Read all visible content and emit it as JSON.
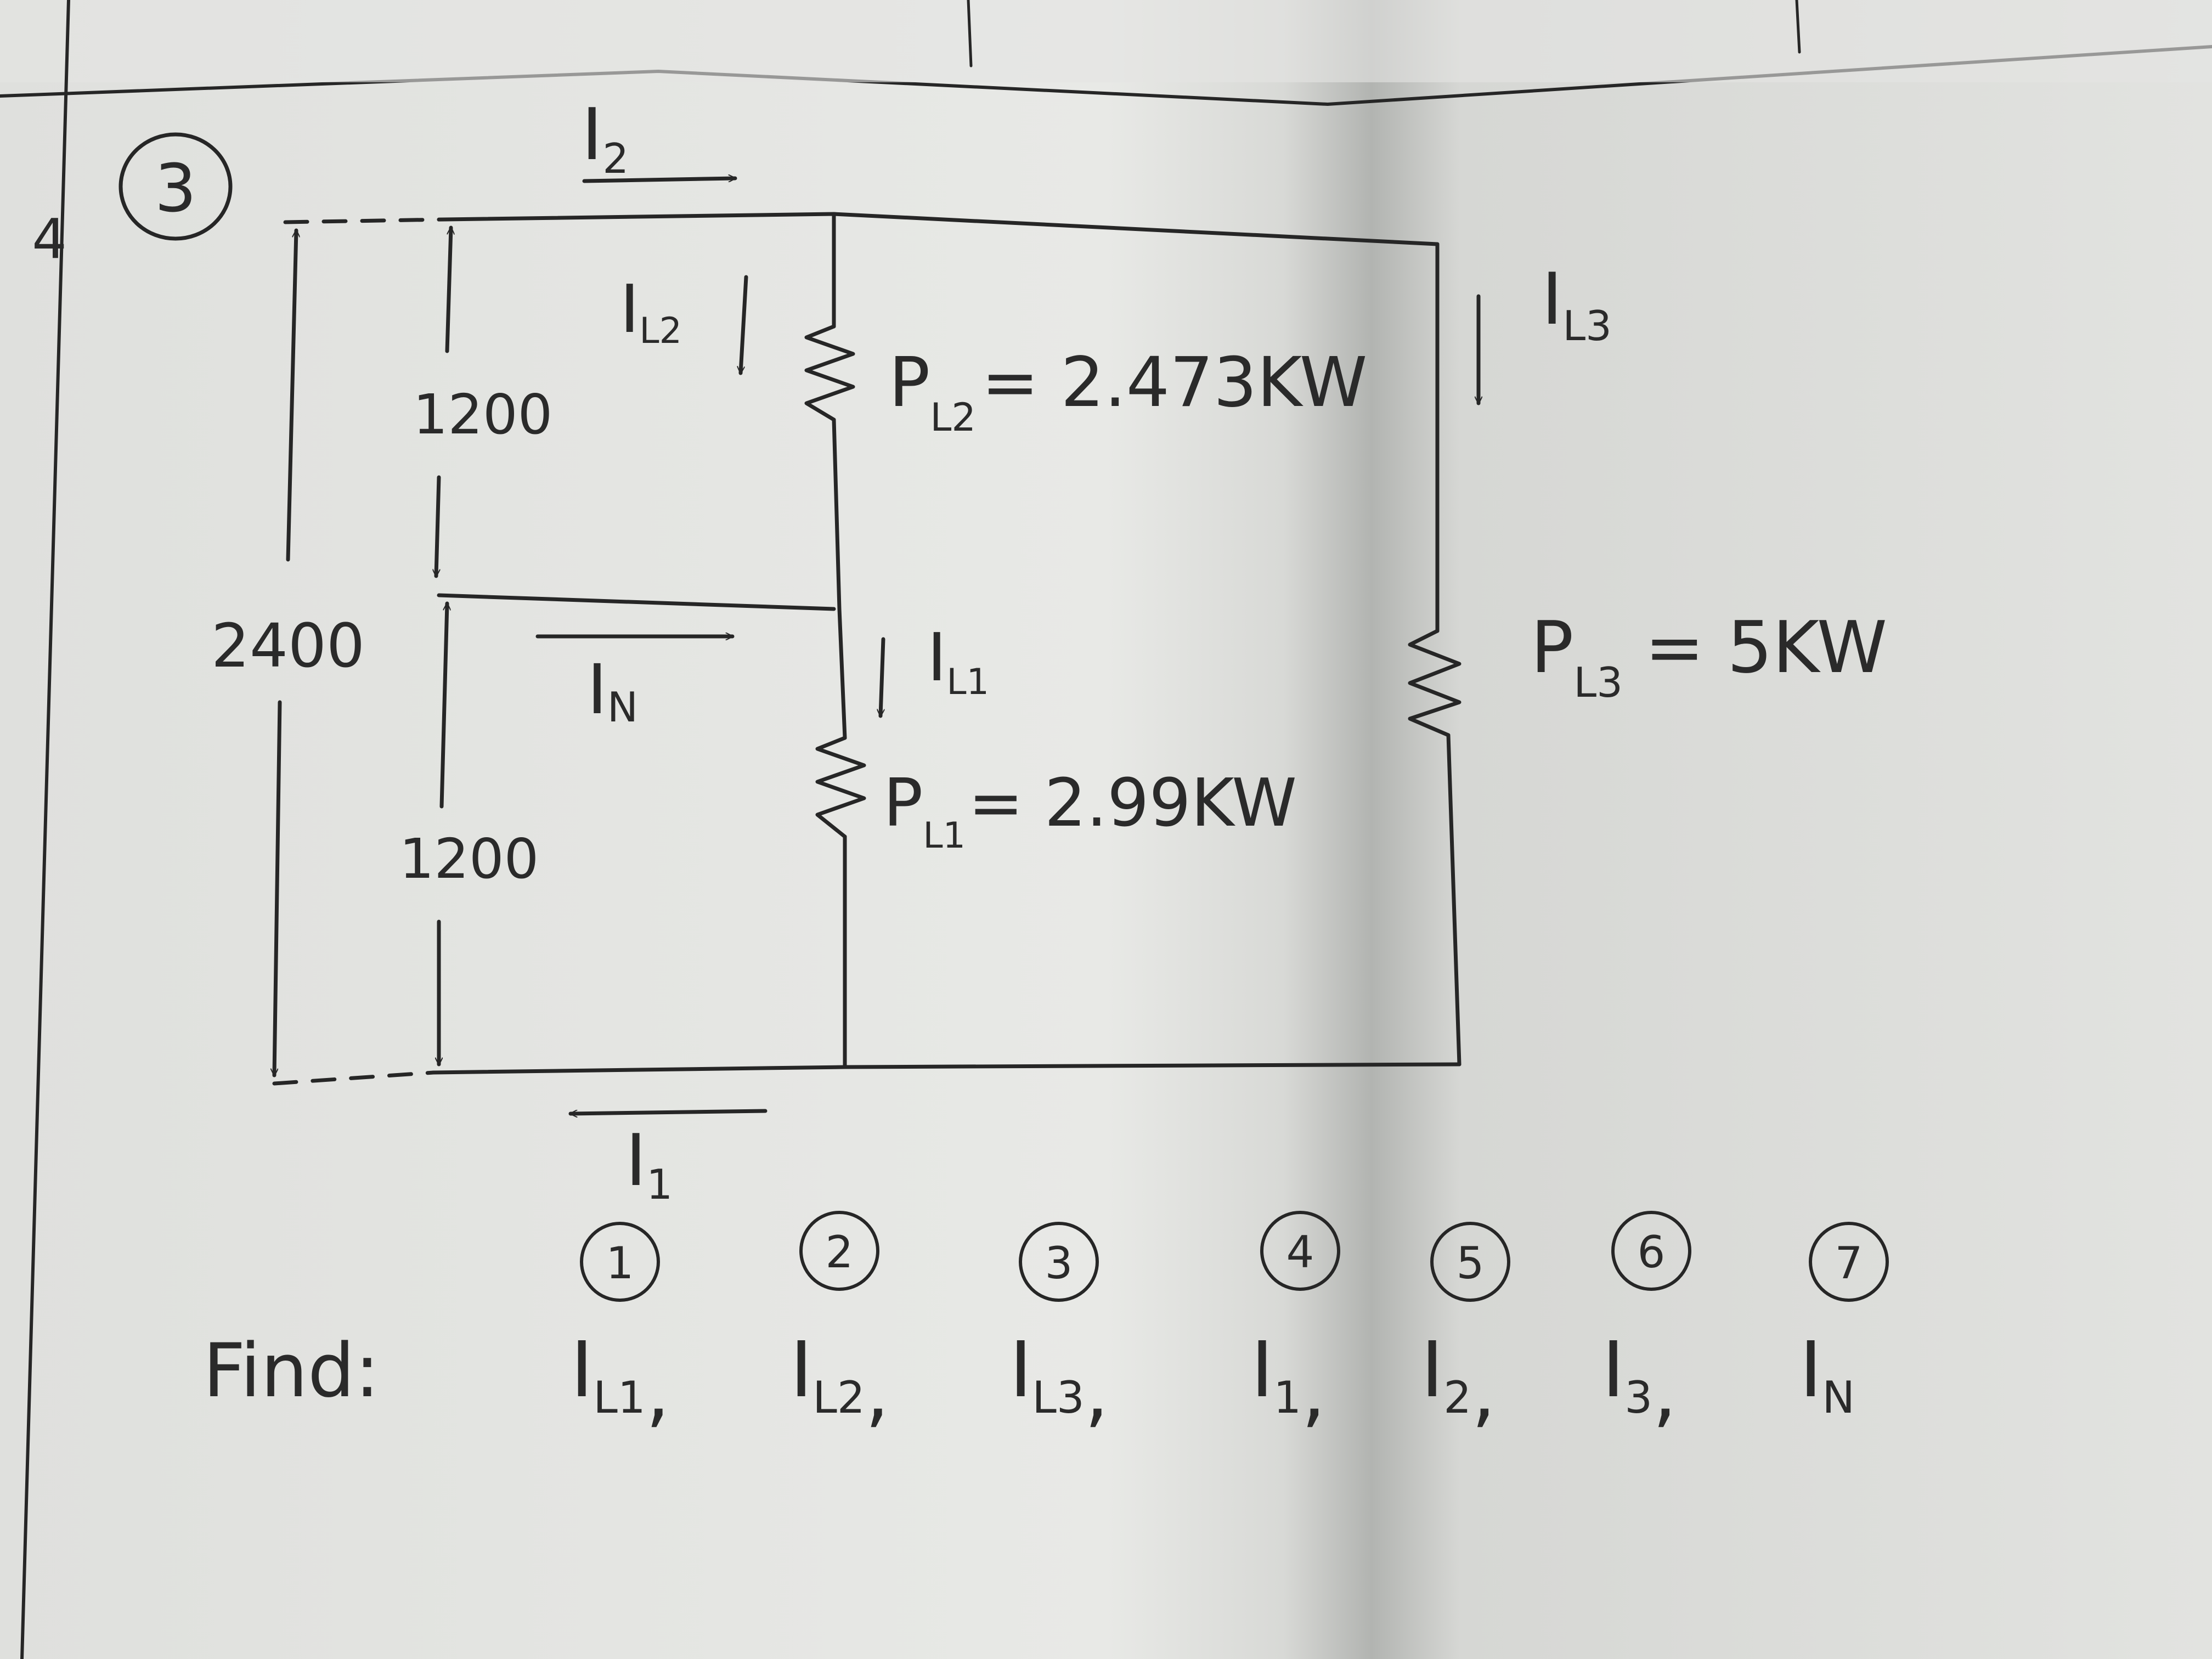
{
  "problem_number": "3",
  "margin_mark": "4",
  "voltages": {
    "total": "2400",
    "upper": "1200",
    "lower": "1200"
  },
  "currents": {
    "i2": {
      "main": "I",
      "sub": "2"
    },
    "il2": {
      "main": "I",
      "sub": "L2"
    },
    "il3": {
      "main": "I",
      "sub": "L3"
    },
    "in": {
      "main": "I",
      "sub": "N"
    },
    "il1": {
      "main": "I",
      "sub": "L1"
    },
    "i1": {
      "main": "I",
      "sub": "1"
    }
  },
  "loads": {
    "pl2": {
      "main": "P",
      "sub": "L2",
      "value": "= 2.473KW"
    },
    "pl1": {
      "main": "P",
      "sub": "L1",
      "value": "= 2.99KW"
    },
    "pl3": {
      "main": "P",
      "sub": "L3",
      "value": "= 5KW"
    }
  },
  "find": {
    "label": "Find:",
    "items": [
      {
        "num": "1",
        "main": "I",
        "sub": "L1",
        "sep": ","
      },
      {
        "num": "2",
        "main": "I",
        "sub": "L2",
        "sep": ","
      },
      {
        "num": "3",
        "main": "I",
        "sub": "L3",
        "sep": ","
      },
      {
        "num": "4",
        "main": "I",
        "sub": "1",
        "sep": ","
      },
      {
        "num": "5",
        "main": "I",
        "sub": "2",
        "sep": ","
      },
      {
        "num": "6",
        "main": "I",
        "sub": "3",
        "sep": ","
      },
      {
        "num": "7",
        "main": "I",
        "sub": "N",
        "sep": ""
      }
    ]
  },
  "colors": {
    "paper": "#e9eae7",
    "paper_shadow": "#b9bbb8",
    "ink": "#262626"
  }
}
